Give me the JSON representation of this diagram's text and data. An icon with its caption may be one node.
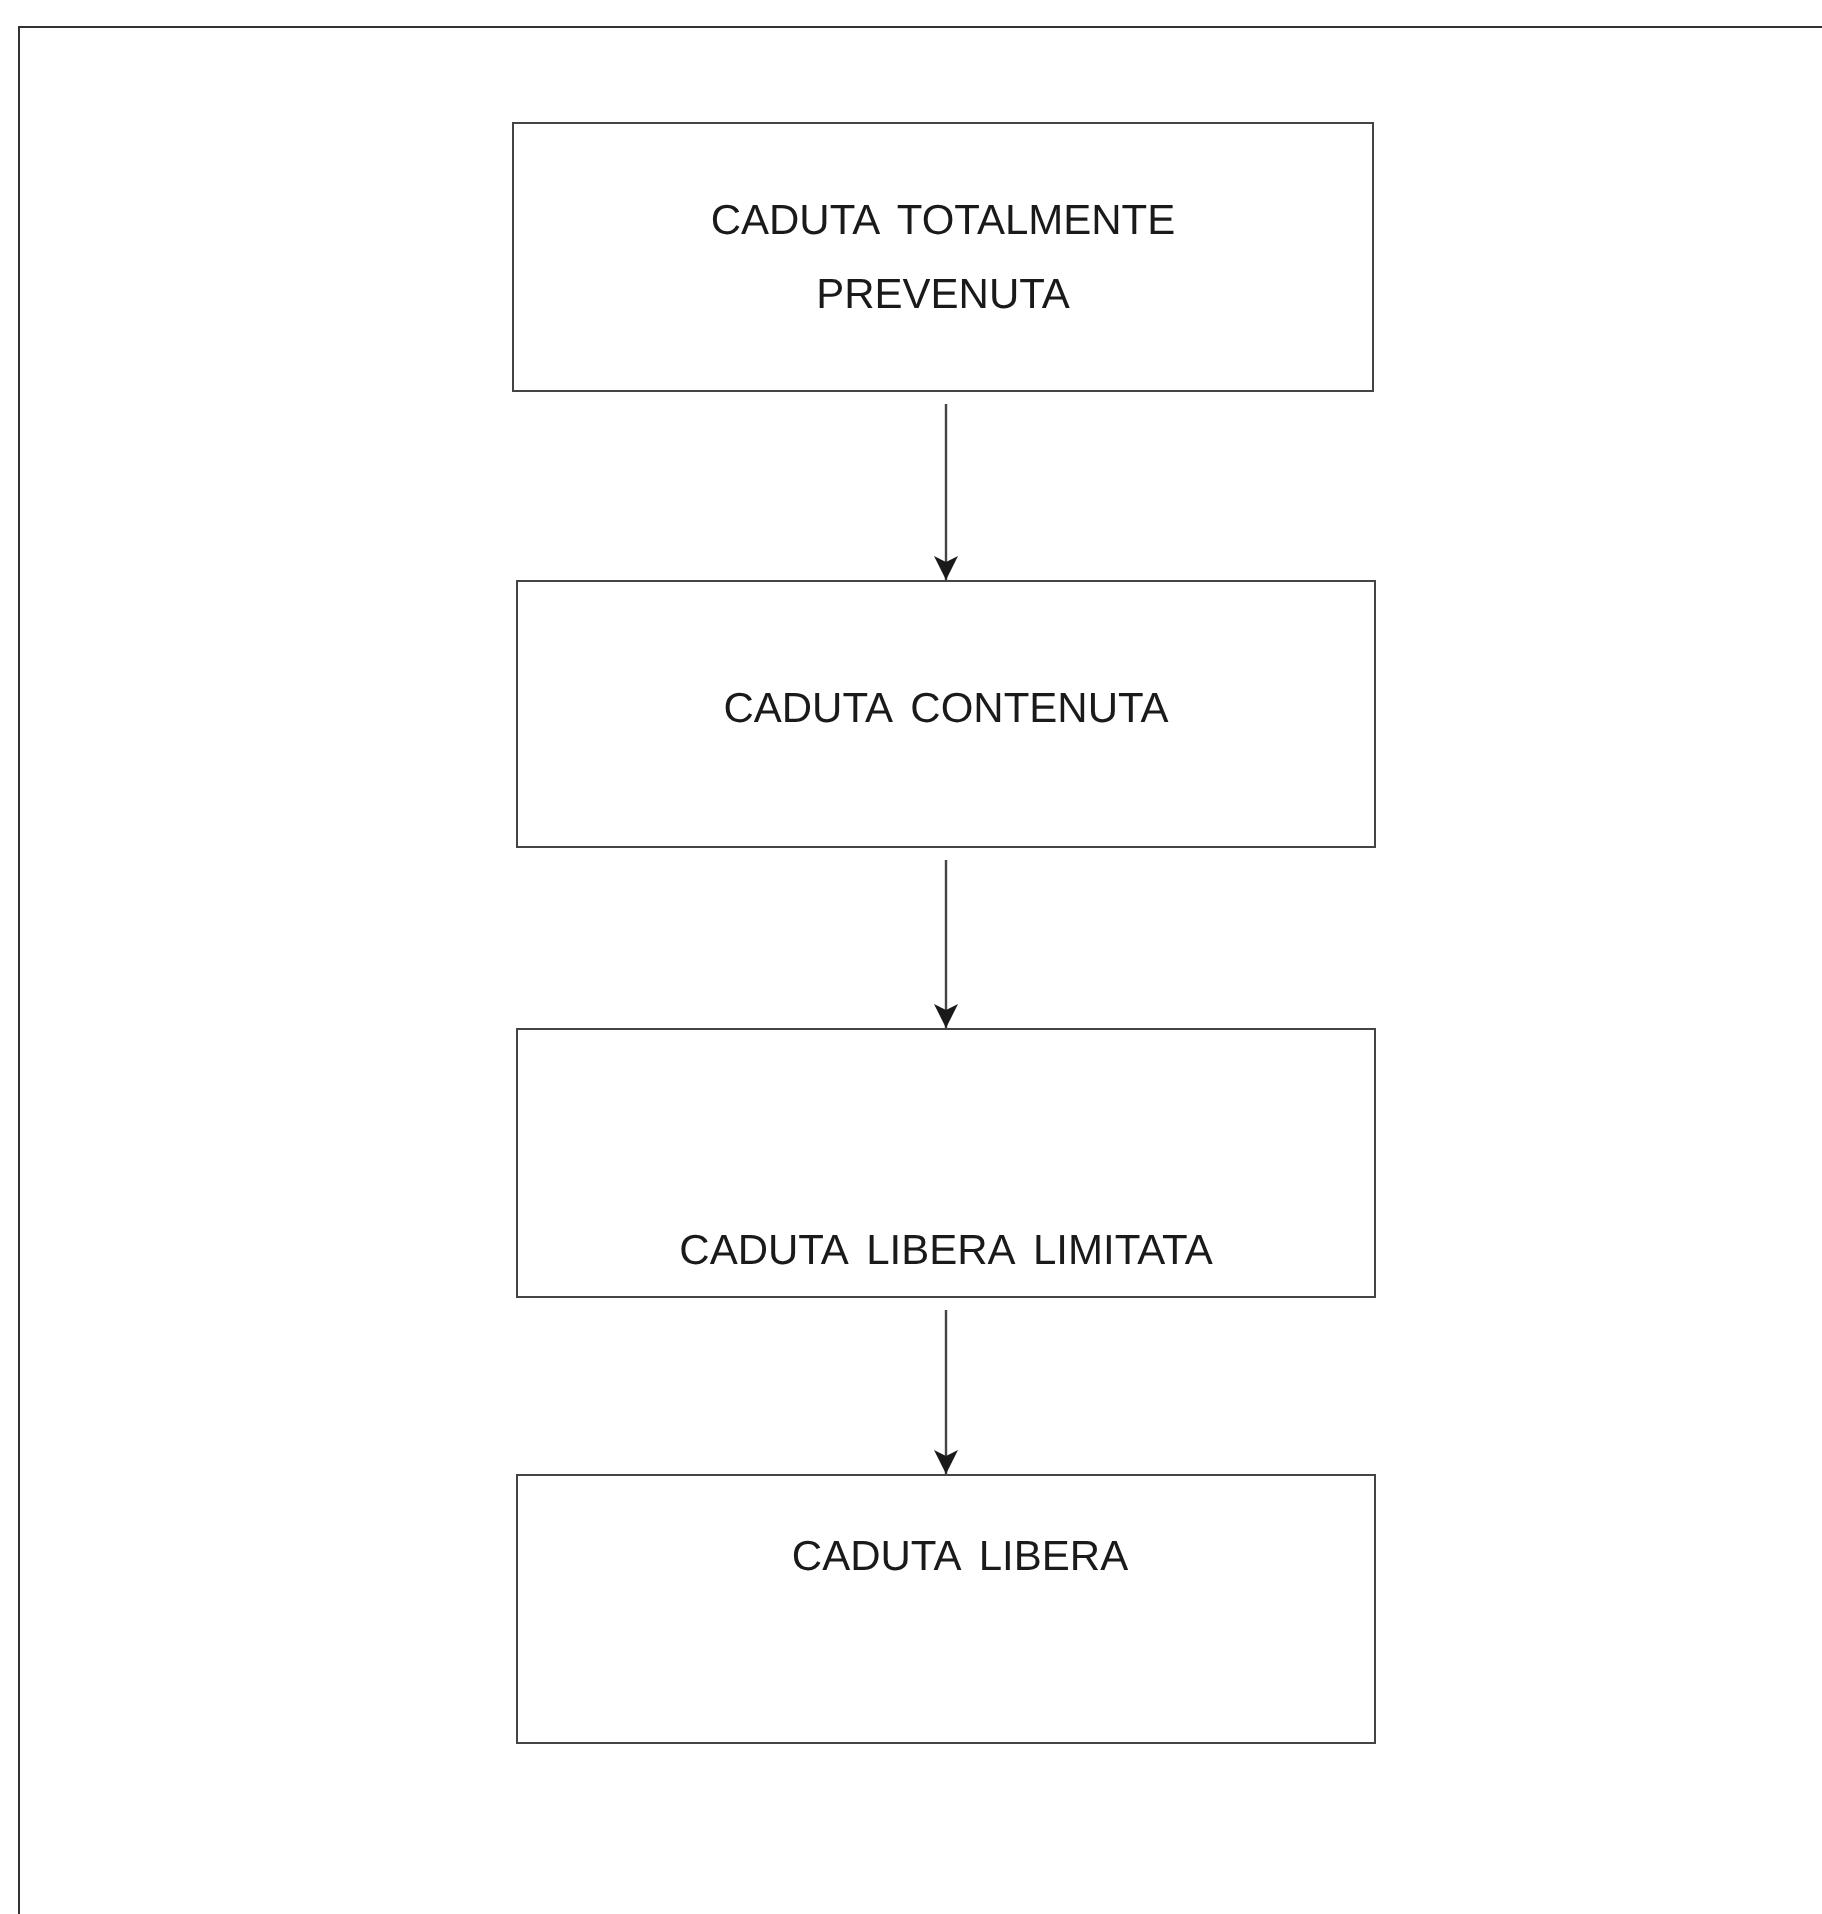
{
  "diagram": {
    "nodes": [
      {
        "text": [
          "CADUTA TOTALMENTE PREVENUTA"
        ]
      },
      {
        "text": [
          "CADUTA CONTENUTA"
        ]
      },
      {
        "text": [
          "CADUTA LIBERA LIMITATA"
        ]
      },
      {
        "text": [
          "CADUTA LIBERA"
        ]
      }
    ],
    "edges": [
      {
        "from": 0,
        "to": 1,
        "arrow": "to"
      },
      {
        "from": 1,
        "to": 2,
        "arrow": "to"
      },
      {
        "from": 2,
        "to": 3,
        "arrow": "to"
      }
    ]
  }
}
